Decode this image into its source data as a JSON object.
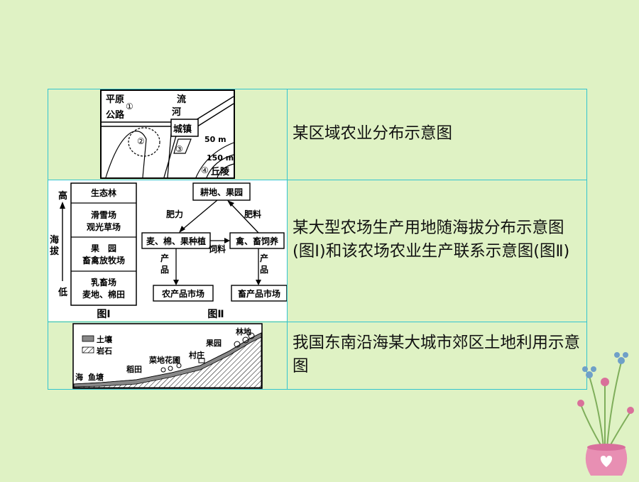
{
  "rows": [
    {
      "description": "某区域农业分布示意图",
      "figure": {
        "labels": {
          "plain": "平原",
          "road": "公路",
          "n1": "①",
          "river_1": "流",
          "river_2": "河",
          "town": "城镇",
          "n2": "②",
          "n3": "③",
          "contour_50": "50 m",
          "contour_150": "150 m",
          "n4": "④",
          "hill": "丘陵"
        }
      }
    },
    {
      "description": "某大型农场生产用地随海拔分布示意图(图Ⅰ)和该农场农业生产联系示意图(图Ⅱ)",
      "figure": {
        "fig1": {
          "axis_high": "高",
          "axis_name_1": "海",
          "axis_name_2": "拔",
          "axis_low": "低",
          "zones": [
            [
              "生态林"
            ],
            [
              "滑雪场",
              "观光草场"
            ],
            [
              "果　园",
              "畜禽放牧场"
            ],
            [
              "乳畜场",
              "麦地、棉田"
            ]
          ],
          "caption": "图Ⅰ"
        },
        "fig2": {
          "top": "耕地、果园",
          "left": "麦、棉、果种植",
          "right": "禽、畜饲养",
          "market_left": "农产品市场",
          "market_right": "畜产品市场",
          "fertility": "肥力",
          "manure": "肥料",
          "feed": "饲料",
          "product_l_1": "产",
          "product_l_2": "品",
          "product_r_1": "产",
          "product_r_2": "品",
          "caption": "图Ⅱ"
        }
      }
    },
    {
      "description": "我国东南沿海某大城市郊区土地利用示意图",
      "figure": {
        "legend_soil": "土壤",
        "legend_rock": "岩石",
        "sea": "海",
        "fishpond": "鱼塘",
        "paddy": "稻田",
        "veg_flower": "菜地花圃",
        "village": "村庄",
        "orchard": "果园",
        "forest": "林地"
      }
    }
  ]
}
